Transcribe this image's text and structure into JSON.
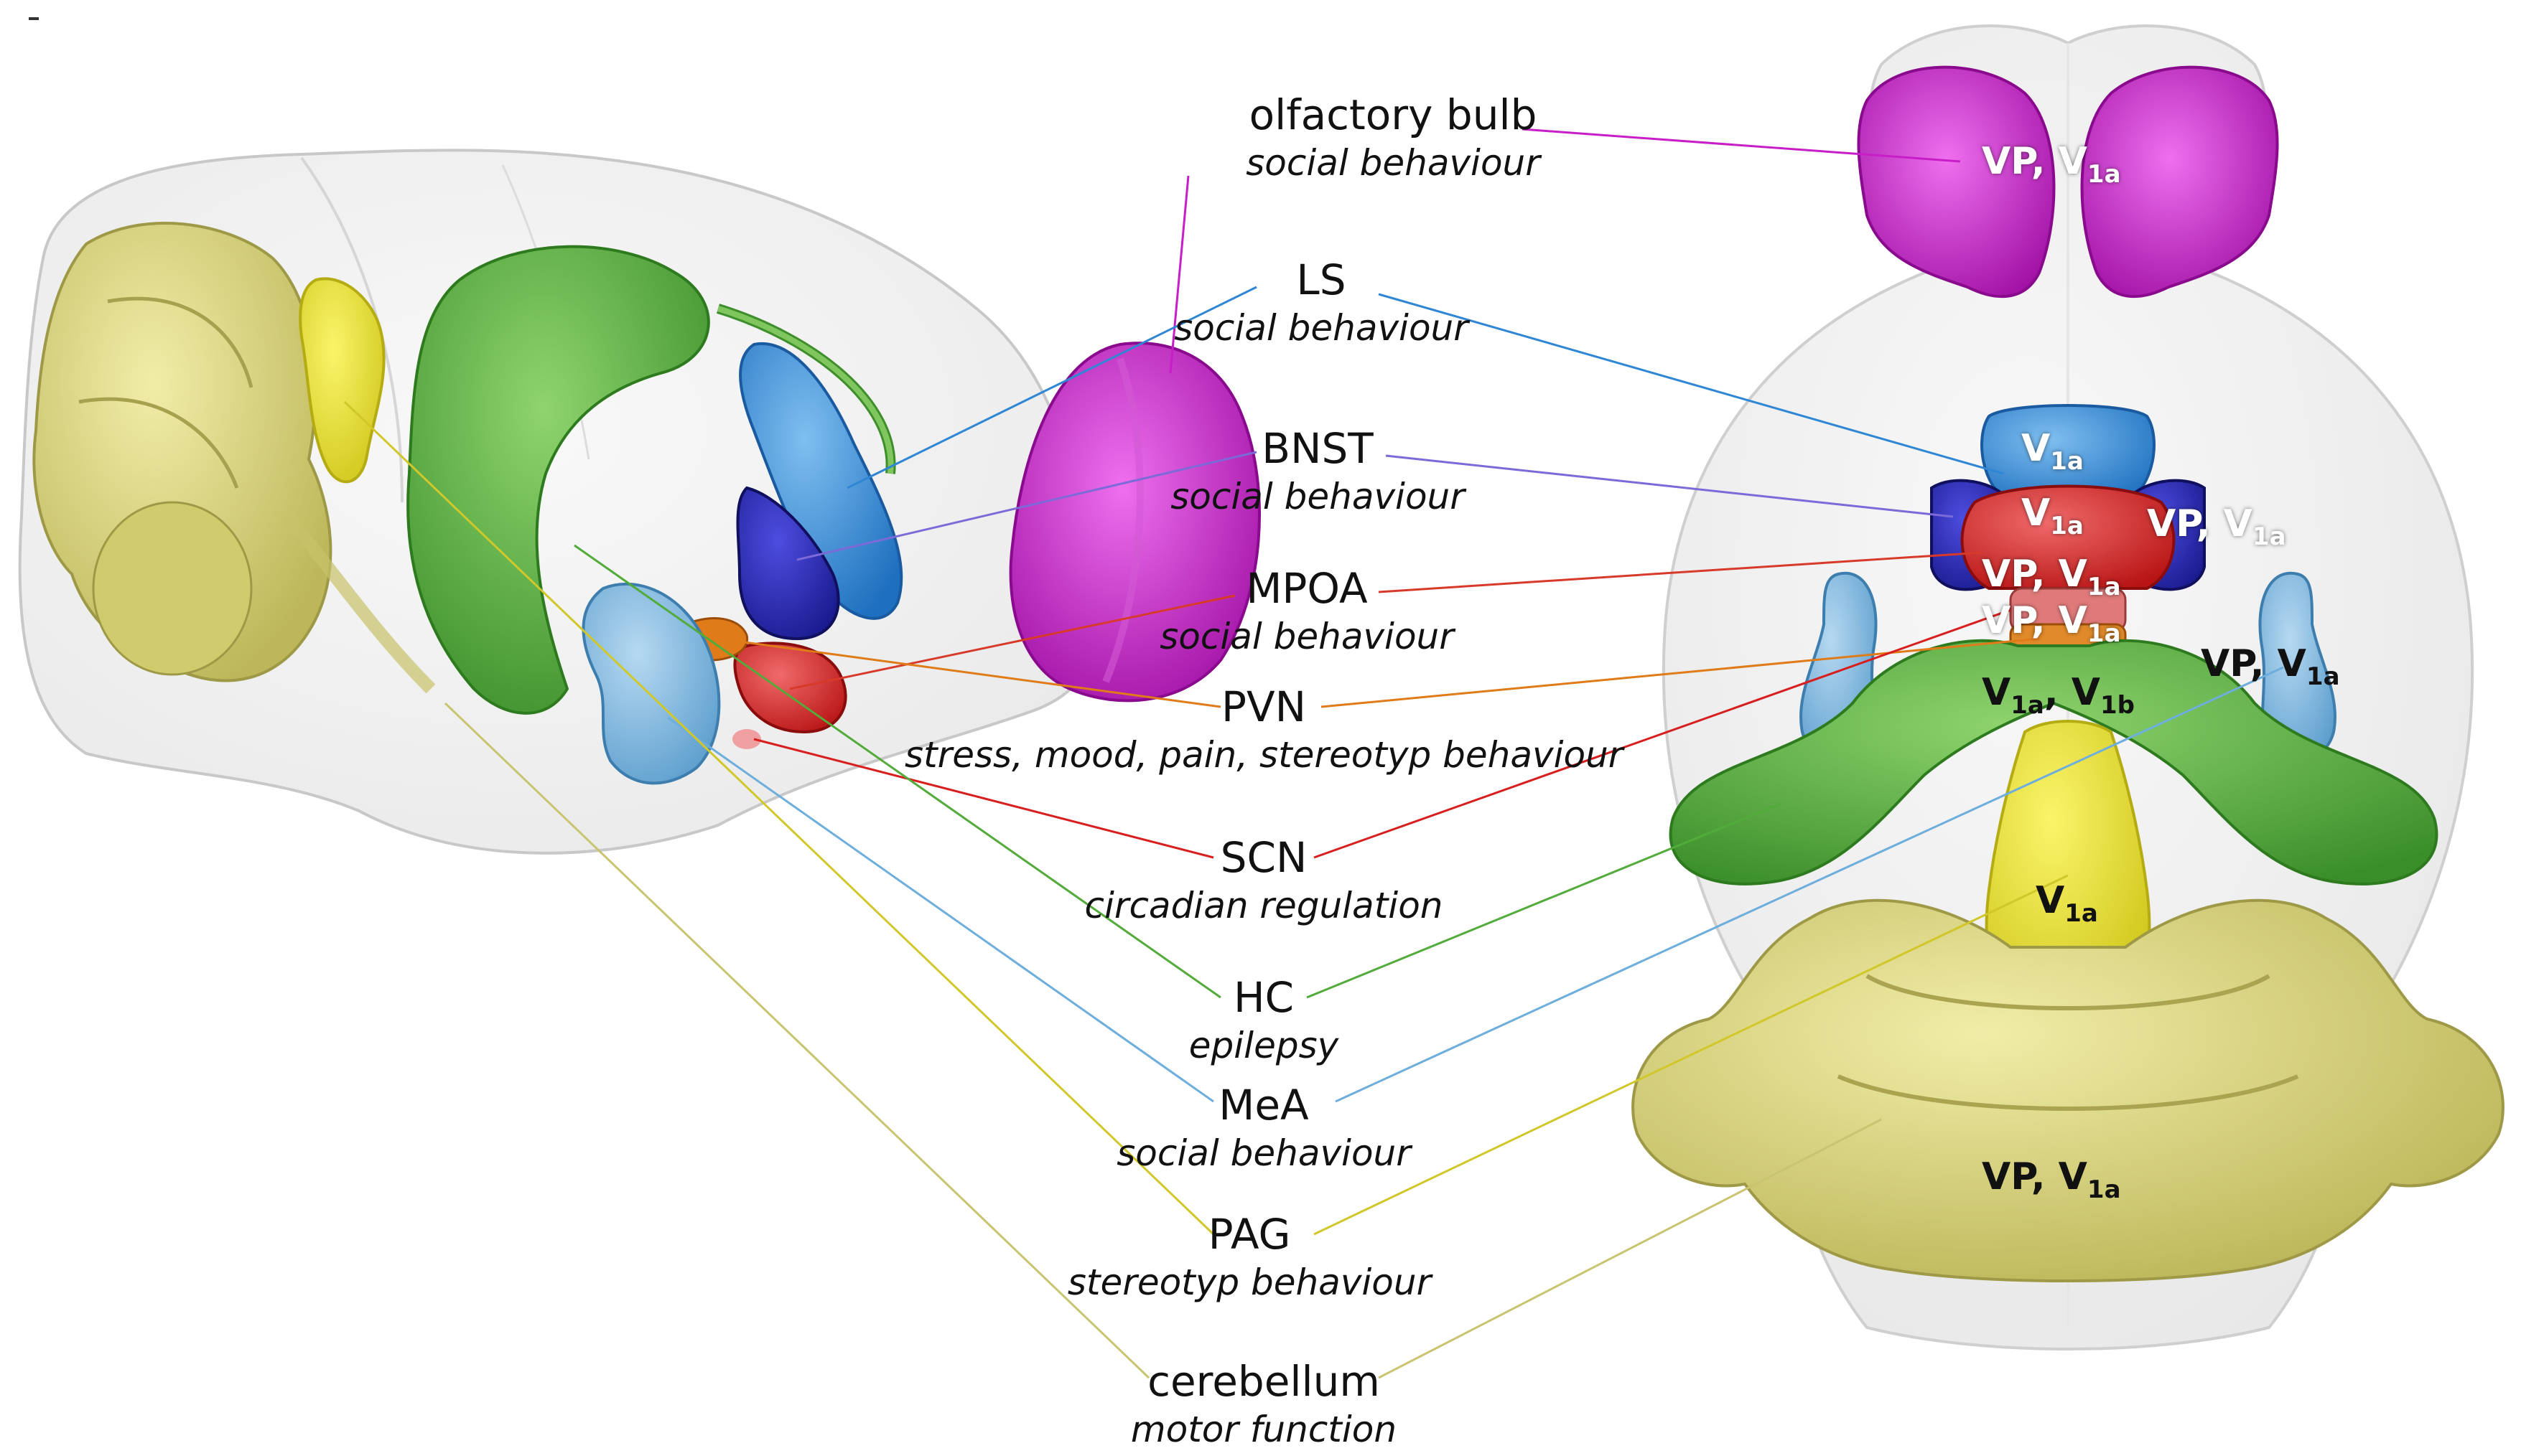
{
  "regions": [
    {
      "id": "ob",
      "name": "olfactory bulb",
      "func": "social behaviour",
      "color": "#c81ec8",
      "receptors": "VP, V1a"
    },
    {
      "id": "ls",
      "name": "LS",
      "func": "social behaviour",
      "color": "#2f86d4",
      "receptors": "V1a"
    },
    {
      "id": "bnst",
      "name": "BNST",
      "func": "social behaviour",
      "color": "#2a2aa8",
      "receptors": "VP, V1a"
    },
    {
      "id": "mpoa",
      "name": "MPOA",
      "func": "social behaviour",
      "color": "#d81f1f",
      "receptors": "V1a"
    },
    {
      "id": "pvn",
      "name": "PVN",
      "func": "stress, mood, pain, stereotyp behaviour",
      "color": "#e07b1a",
      "receptors": "VP, V1a"
    },
    {
      "id": "scn",
      "name": "SCN",
      "func": "circadian regulation",
      "color": "#d83a2a",
      "receptors": "VP, V1a"
    },
    {
      "id": "hc",
      "name": "HC",
      "func": "epilepsy",
      "color": "#52ab3a",
      "receptors": "V1a, V1b"
    },
    {
      "id": "mea",
      "name": "MeA",
      "func": "social behaviour",
      "color": "#6eaedc",
      "receptors": "VP, V1a"
    },
    {
      "id": "pag",
      "name": "PAG",
      "func": "stereotyp behaviour",
      "color": "#e8e02a",
      "receptors": "V1a"
    },
    {
      "id": "cb",
      "name": "cerebellum",
      "func": "motor function",
      "color": "#d6d27a",
      "receptors": "VP, V1a"
    }
  ],
  "tags": {
    "vp": "VP,",
    "v": "V",
    "sub_1a": "1a",
    "sub_1b": "1b"
  }
}
